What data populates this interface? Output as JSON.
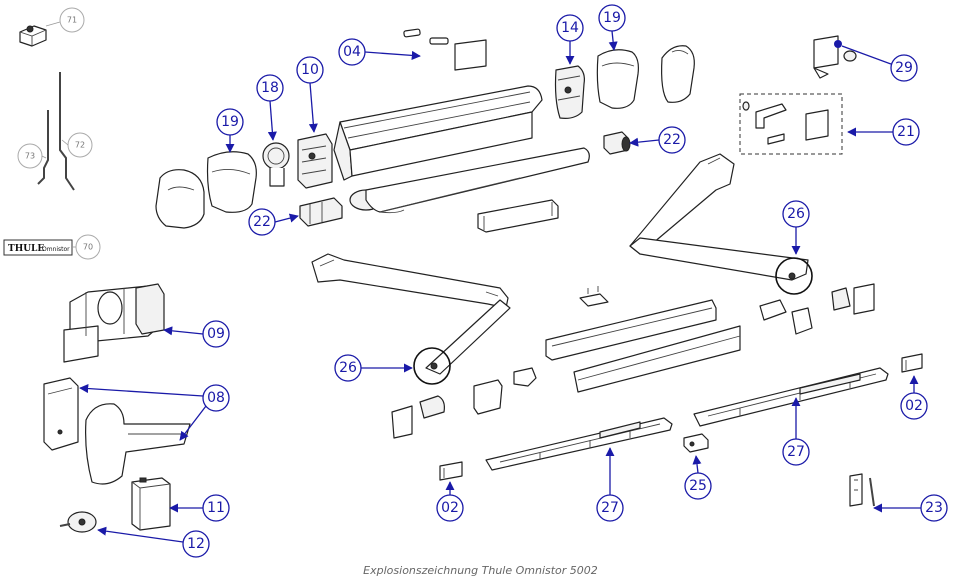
{
  "caption": "Explosionszeichnung Thule Omnistor 5002",
  "brand": {
    "logo_text": "THULE",
    "logo_sub": "Omnistor"
  },
  "callouts": {
    "c71": "71",
    "c72": "72",
    "c73": "73",
    "c70": "70",
    "c04": "04",
    "c14": "14",
    "c19a": "19",
    "c19b": "19",
    "c18": "18",
    "c10": "10",
    "c29": "29",
    "c21": "21",
    "c22a": "22",
    "c22b": "22",
    "c26a": "26",
    "c26b": "26",
    "c09": "09",
    "c08": "08",
    "c11": "11",
    "c12": "12",
    "c02a": "02",
    "c02b": "02",
    "c27a": "27",
    "c27b": "27",
    "c25": "25",
    "c23": "23"
  },
  "colors": {
    "callout_blue": "#1a1aa8",
    "line_dark": "#222222",
    "accessory_gray": "#aaaaaa"
  }
}
